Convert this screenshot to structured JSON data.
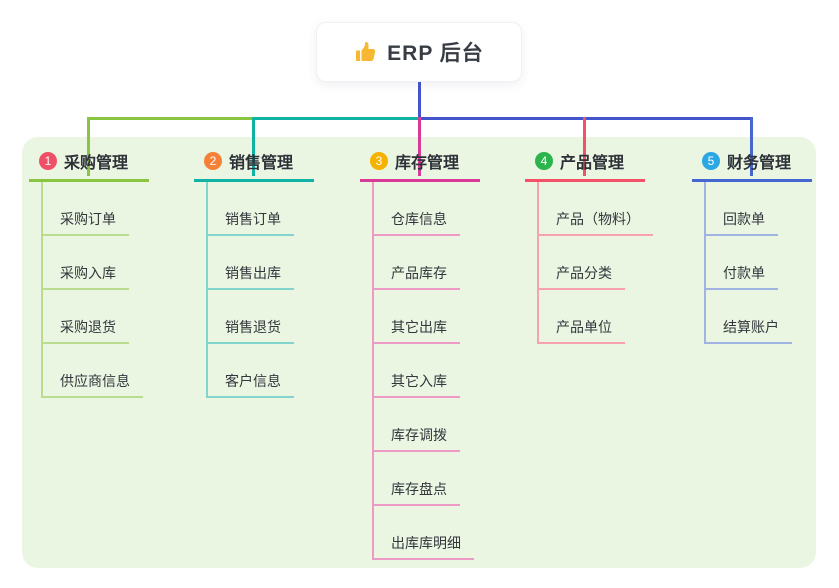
{
  "root": {
    "label": "ERP 后台",
    "icon": "thumbs-up-icon",
    "icon_color": "#f6b833",
    "connector_color": "#4355cc",
    "card_bg": "#ffffff",
    "text_color": "#383c44"
  },
  "canvas": {
    "background": "#ffffff",
    "panel_bg": "#eaf6e2"
  },
  "branches": [
    {
      "badge": "1",
      "badge_color": "#ef5068",
      "label": "采购管理",
      "color": "#89c540",
      "light_color": "#b9dc8e",
      "children": [
        "采购订单",
        "采购入库",
        "采购退货",
        "供应商信息"
      ]
    },
    {
      "badge": "2",
      "badge_color": "#f58138",
      "label": "销售管理",
      "color": "#10b2a4",
      "light_color": "#82d5cd",
      "children": [
        "销售订单",
        "销售出库",
        "销售退货",
        "客户信息"
      ]
    },
    {
      "badge": "3",
      "badge_color": "#f5b300",
      "label": "库存管理",
      "color": "#da3a97",
      "light_color": "#ed9ac6",
      "children": [
        "仓库信息",
        "产品库存",
        "其它出库",
        "其它入库",
        "库存调拨",
        "库存盘点",
        "出库库明细"
      ]
    },
    {
      "badge": "4",
      "badge_color": "#2cb54d",
      "label": "产品管理",
      "color": "#f25168",
      "light_color": "#f8a2ad",
      "children": [
        "产品（物料）",
        "产品分类",
        "产品单位"
      ]
    },
    {
      "badge": "5",
      "badge_color": "#2ba7e4",
      "label": "财务管理",
      "color": "#4467d2",
      "light_color": "#a0b4e4",
      "children": [
        "回款单",
        "付款单",
        "结算账户"
      ]
    }
  ]
}
